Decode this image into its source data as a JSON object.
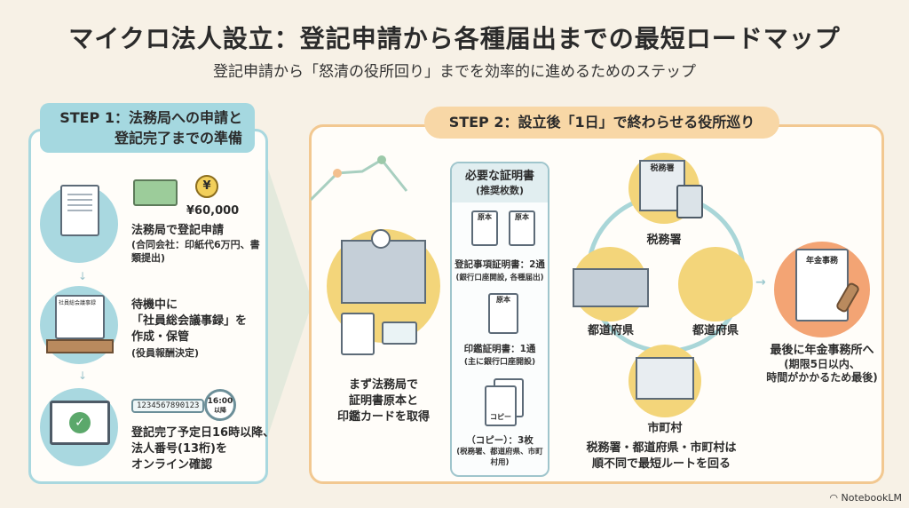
{
  "title": "マイクロ法人設立：登記申請から各種届出までの最短ロードマップ",
  "subtitle": "登記申請から「怒清の役所回り」までを効率的に進めるためのステップ",
  "step1": {
    "header_line1": "STEP 1：法務局への申請と",
    "header_line2": "登記完了までの準備",
    "items": [
      {
        "amount": "¥60,000",
        "coin": "¥",
        "title": "法務局で登記申請",
        "note": "(合同会社：印紙代6万円、書類提出)"
      },
      {
        "doc_label": "社員総会議事録",
        "line1": "待機中に",
        "line2": "「社員総会議事録」を",
        "line3": "作成・保管",
        "note": "(役員報酬決定)"
      },
      {
        "number": "1234567890123",
        "clock_time": "16:00",
        "clock_sub": "以降",
        "line1": "登記完了予定日16時以降、",
        "line2": "法人番号(13桁)を",
        "line3": "オンライン確認"
      }
    ]
  },
  "step2": {
    "header": "STEP 2：設立後「1日」で終わらせる役所巡り",
    "caption_line1": "まず法務局で",
    "caption_line2": "証明書原本と",
    "caption_line3": "印鑑カードを取得",
    "cert_box": {
      "title": "必要な証明書",
      "subtitle": "(推奨枚数)",
      "original_label": "原本",
      "copy_label": "コピー",
      "items": [
        {
          "name": "登記事項証明書：2通",
          "note": "(銀行口座開設, 各種届出)"
        },
        {
          "name": "印鑑証明書：1通",
          "note": "(主に銀行口座開設)"
        },
        {
          "name": "（コピー）：3枚",
          "note": "(税務署、都道府県、市町村用)"
        }
      ]
    },
    "offices": {
      "tax_sign": "税務署",
      "tax": "税務署",
      "pref_left": "都道府県",
      "pref_right": "都道府県",
      "city": "市町村"
    },
    "route_note_line1": "税務署・都道府県・市町村は",
    "route_note_line2": "順不同で最短ルートを回る",
    "pension": {
      "doc_label": "年金事務",
      "line1": "最後に年金事務所へ",
      "line2": "(期限5日以内、",
      "line3": "時間がかかるため最後)"
    }
  },
  "brand": "NotebookLM",
  "colors": {
    "teal": "#a5d8e0",
    "orange": "#f2c891",
    "yellow": "#f3d57a",
    "salmon": "#f3a474"
  }
}
